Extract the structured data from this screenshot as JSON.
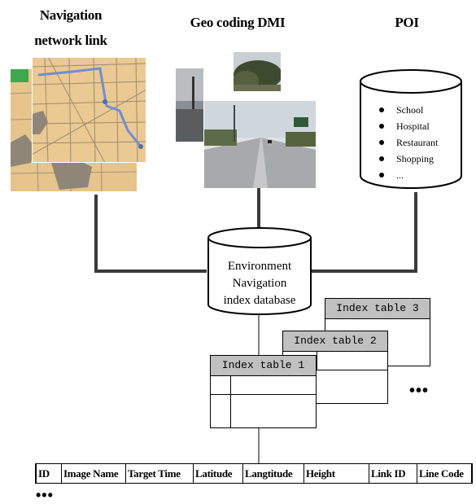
{
  "titles": {
    "nav_line1": "Navigation",
    "nav_line2": "network link",
    "geo": "Geo coding DMI",
    "poi": "POI"
  },
  "poi_items": [
    "School",
    "Hospital",
    "Restaurant",
    "Shopping",
    "..."
  ],
  "central_db": {
    "line1": "Environment",
    "line2": "Navigation",
    "line3": "index database"
  },
  "index_tables": [
    "Index table 3",
    "Index table 2",
    "Index table 1"
  ],
  "ellipsis_right": "•••",
  "ellipsis_bottom": "•••",
  "record_fields": [
    "ID",
    "Image Name",
    "Target Time",
    "Latitude",
    "Langtitude",
    "Height",
    "Link ID",
    "Line Code"
  ],
  "colors": {
    "map_bg": "#e8c68a",
    "map_road": "#9a8a7a",
    "route": "#6f8fd0",
    "index_header": "#c0c0c0",
    "connector": "#3a3a3a"
  }
}
